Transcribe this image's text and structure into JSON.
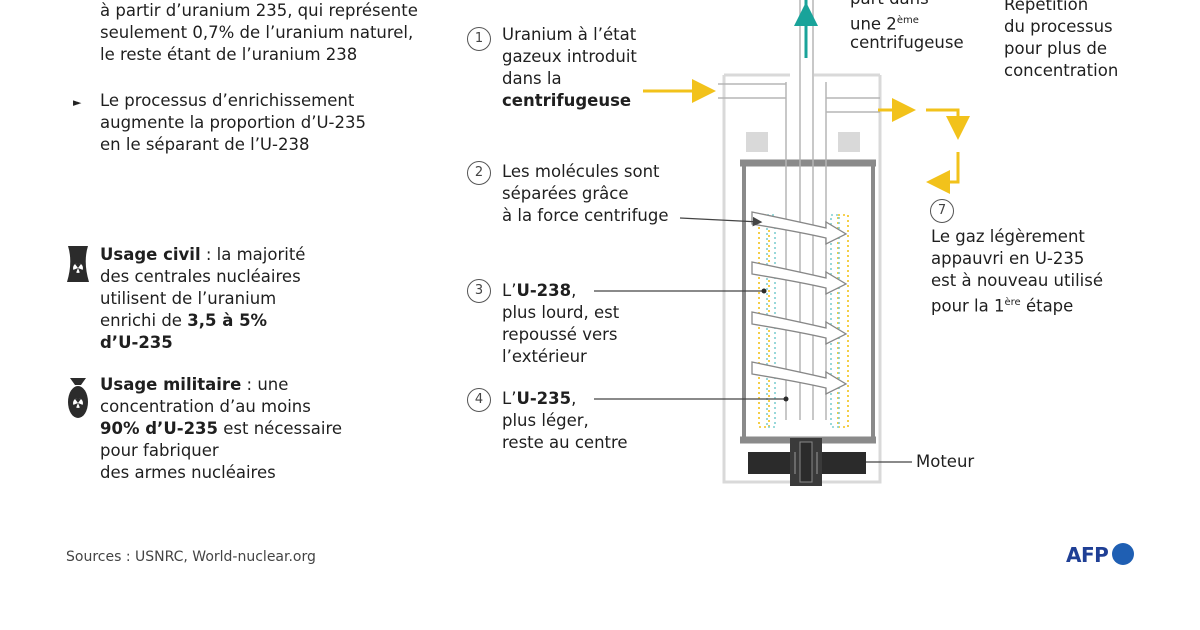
{
  "left": {
    "intro": [
      "à partir d’uranium 235, qui représente",
      "seulement 0,7% de l’uranium naturel,",
      "le reste étant de l’uranium 238"
    ],
    "bullet_marker": "►",
    "process": [
      "Le processus d’enrichissement",
      "augmente la proportion d’U-235",
      "en le séparant de l’U-238"
    ],
    "civil": {
      "title": "Usage civil",
      "line1_rest": " : la majorité",
      "line2": "des centrales nucléaires",
      "line3": "utilisent de l’uranium",
      "line4_pre": "enrichi de ",
      "line4_bold": "3,5 à 5%",
      "line5_bold": "d’U-235",
      "icon": "nuclear-plant-icon"
    },
    "military": {
      "title": "Usage militaire",
      "line1_rest": " : une",
      "line2": "concentration d’au moins",
      "line3_bold": "90% d’U-235",
      "line3_rest": " est nécessaire",
      "line4": "pour fabriquer",
      "line5": "des armes nucléaires",
      "icon": "nuclear-bomb-icon"
    }
  },
  "steps": {
    "s1": {
      "num": "1",
      "line1": "Uranium à l’état",
      "line2": "gazeux introduit",
      "line3": "dans la",
      "line4_bold": "centrifugeuse"
    },
    "s2": {
      "num": "2",
      "line1": "Les molécules sont",
      "line2": "séparées grâce",
      "line3": "à la force centrifuge"
    },
    "s3": {
      "num": "3",
      "line1_pre": "L’",
      "line1_bold": "U-238",
      "line1_post": ",",
      "line2": "plus lourd, est",
      "line3": "repoussé vers",
      "line4": "l’extérieur"
    },
    "s4": {
      "num": "4",
      "line1_pre": "L’",
      "line1_bold": "U-235",
      "line1_post": ",",
      "line2": "plus léger,",
      "line3": "reste au centre"
    },
    "s5": {
      "line1": "part dans",
      "line2_pre": "une 2",
      "line2_sup": "ème",
      "line3": "centrifugeuse"
    },
    "s6": {
      "line1": "Répétition",
      "line2": "du processus",
      "line3": "pour plus de",
      "line4": "concentration"
    },
    "s7": {
      "num": "7",
      "line1": "Le gaz légèrement",
      "line2": "appauvri en U-235",
      "line3": "est à nouveau utilisé",
      "line4_pre": "pour la 1",
      "line4_sup": "ère",
      "line4_post": " étape"
    }
  },
  "motor_label": "Moteur",
  "sources": "Sources : USNRC, World-nuclear.org",
  "logo": "AFP",
  "colors": {
    "yellow": "#f2c21b",
    "teal": "#19a39a",
    "gray": "#8a8a8a",
    "light_gray": "#d6d6d6",
    "dark": "#2b2b2b",
    "arrow_blue": "#b7dbe9"
  }
}
